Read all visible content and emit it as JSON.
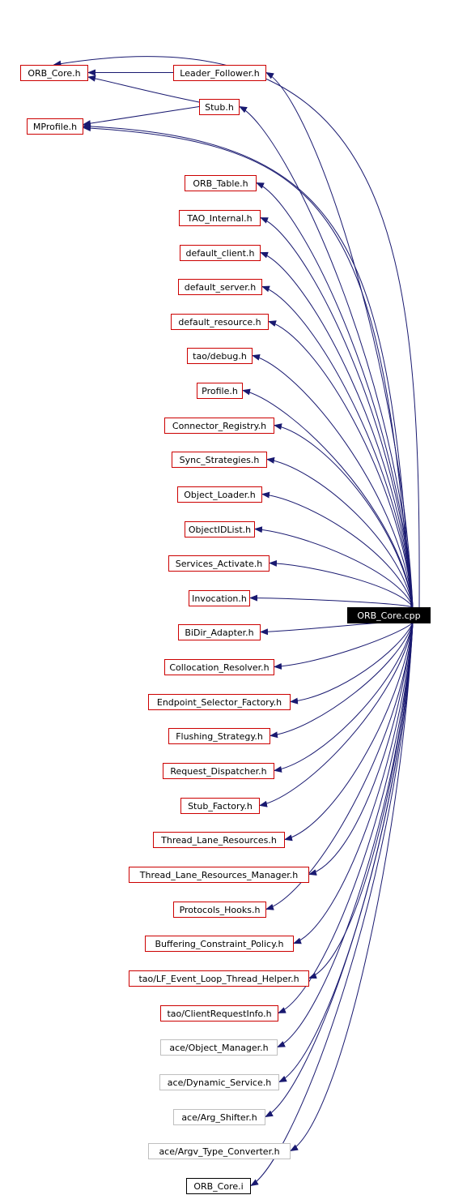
{
  "graph": {
    "edge_color": "#191970",
    "source": {
      "label": "ORB_Core.cpp",
      "fill": "#000000",
      "text_color": "#ffffff"
    },
    "nodes": [
      {
        "id": "orb_core_h",
        "label": "ORB_Core.h",
        "style": "red"
      },
      {
        "id": "leader_follower_h",
        "label": "Leader_Follower.h",
        "style": "red"
      },
      {
        "id": "stub_h",
        "label": "Stub.h",
        "style": "red"
      },
      {
        "id": "mprofile_h",
        "label": "MProfile.h",
        "style": "red"
      },
      {
        "id": "orb_table_h",
        "label": "ORB_Table.h",
        "style": "red"
      },
      {
        "id": "tao_internal_h",
        "label": "TAO_Internal.h",
        "style": "red"
      },
      {
        "id": "default_client_h",
        "label": "default_client.h",
        "style": "red"
      },
      {
        "id": "default_server_h",
        "label": "default_server.h",
        "style": "red"
      },
      {
        "id": "default_resource_h",
        "label": "default_resource.h",
        "style": "red"
      },
      {
        "id": "tao_debug_h",
        "label": "tao/debug.h",
        "style": "red"
      },
      {
        "id": "profile_h",
        "label": "Profile.h",
        "style": "red"
      },
      {
        "id": "connector_registry_h",
        "label": "Connector_Registry.h",
        "style": "red"
      },
      {
        "id": "sync_strategies_h",
        "label": "Sync_Strategies.h",
        "style": "red"
      },
      {
        "id": "object_loader_h",
        "label": "Object_Loader.h",
        "style": "red"
      },
      {
        "id": "objectidlist_h",
        "label": "ObjectIDList.h",
        "style": "red"
      },
      {
        "id": "services_activate_h",
        "label": "Services_Activate.h",
        "style": "red"
      },
      {
        "id": "invocation_h",
        "label": "Invocation.h",
        "style": "red"
      },
      {
        "id": "bidir_adapter_h",
        "label": "BiDir_Adapter.h",
        "style": "red"
      },
      {
        "id": "collocation_resolver_h",
        "label": "Collocation_Resolver.h",
        "style": "red"
      },
      {
        "id": "endpoint_selector_factory_h",
        "label": "Endpoint_Selector_Factory.h",
        "style": "red"
      },
      {
        "id": "flushing_strategy_h",
        "label": "Flushing_Strategy.h",
        "style": "red"
      },
      {
        "id": "request_dispatcher_h",
        "label": "Request_Dispatcher.h",
        "style": "red"
      },
      {
        "id": "stub_factory_h",
        "label": "Stub_Factory.h",
        "style": "red"
      },
      {
        "id": "thread_lane_resources_h",
        "label": "Thread_Lane_Resources.h",
        "style": "red"
      },
      {
        "id": "thread_lane_resources_manager_h",
        "label": "Thread_Lane_Resources_Manager.h",
        "style": "red"
      },
      {
        "id": "protocols_hooks_h",
        "label": "Protocols_Hooks.h",
        "style": "red"
      },
      {
        "id": "buffering_constraint_policy_h",
        "label": "Buffering_Constraint_Policy.h",
        "style": "red"
      },
      {
        "id": "lf_event_loop_thread_helper_h",
        "label": "tao/LF_Event_Loop_Thread_Helper.h",
        "style": "red"
      },
      {
        "id": "clientrequestinfo_h",
        "label": "tao/ClientRequestInfo.h",
        "style": "red"
      },
      {
        "id": "ace_object_manager_h",
        "label": "ace/Object_Manager.h",
        "style": "gray"
      },
      {
        "id": "ace_dynamic_service_h",
        "label": "ace/Dynamic_Service.h",
        "style": "gray"
      },
      {
        "id": "ace_arg_shifter_h",
        "label": "ace/Arg_Shifter.h",
        "style": "gray"
      },
      {
        "id": "ace_argv_type_converter_h",
        "label": "ace/Argv_Type_Converter.h",
        "style": "gray"
      },
      {
        "id": "orb_core_i",
        "label": "ORB_Core.i",
        "style": "black"
      }
    ],
    "edges": [
      {
        "from": "ORB_Core.cpp",
        "to": "orb_core_h"
      },
      {
        "from": "ORB_Core.cpp",
        "to": "leader_follower_h"
      },
      {
        "from": "ORB_Core.cpp",
        "to": "stub_h"
      },
      {
        "from": "ORB_Core.cpp",
        "to": "mprofile_h"
      },
      {
        "from": "leader_follower_h",
        "to": "orb_core_h"
      },
      {
        "from": "stub_h",
        "to": "orb_core_h"
      },
      {
        "from": "stub_h",
        "to": "mprofile_h"
      }
    ]
  }
}
